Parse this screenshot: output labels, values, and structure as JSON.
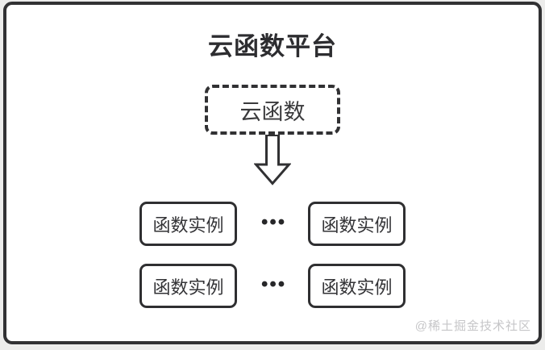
{
  "diagram": {
    "title": "云函数平台",
    "cloud_function": {
      "label": "云函数"
    },
    "rows": [
      {
        "left": "函数实例",
        "ellipsis": "•••",
        "right": "函数实例"
      },
      {
        "left": "函数实例",
        "ellipsis": "•••",
        "right": "函数实例"
      }
    ],
    "watermark": "@稀土掘金技术社区",
    "colors": {
      "line": "#313133",
      "background": "#ffffff",
      "outer_background": "#ececeb",
      "watermark": "#c6c6c8"
    }
  }
}
